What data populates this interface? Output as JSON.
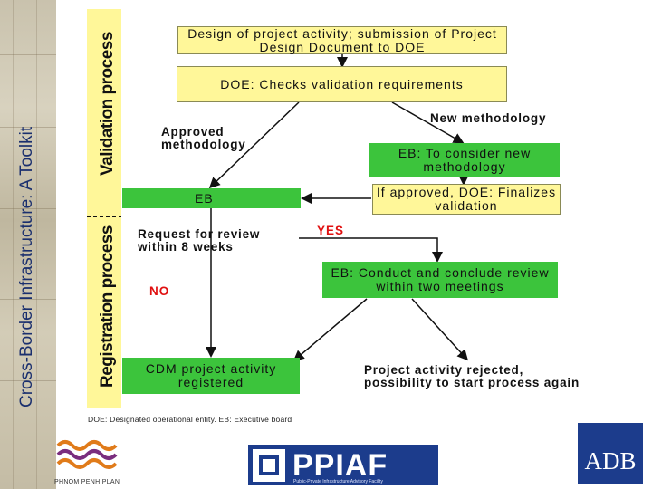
{
  "side_title": "Cross-Border Infrastructure: A Toolkit",
  "phases": {
    "validation": "Validation process",
    "registration": "Registration process"
  },
  "boxes": {
    "design": "Design of project activity; submission of Project Design Document to DOE",
    "doe_checks": "DOE: Checks validation requirements",
    "eb_consider": "EB: To consider new methodology",
    "eb": "EB",
    "if_approved": "If approved, DOE: Finalizes validation",
    "eb_conduct": "EB: Conduct and conclude review within two meetings",
    "cdm_registered": "CDM project activity registered"
  },
  "labels": {
    "new_methodology": "New methodology",
    "approved_methodology": "Approved methodology",
    "request_review": "Request for review within 8 weeks",
    "yes": "YES",
    "no": "NO",
    "rejected": "Project activity rejected, possibility to start process again"
  },
  "footnote": "DOE: Designated operational entity. EB: Executive board",
  "logos": {
    "left_caption": "PHNOM PENH PLAN",
    "ppiaf": "PPIAF",
    "ppiaf_sub": "Public-Private Infrastructure Advisory Facility",
    "adb": "ADB"
  },
  "colors": {
    "yellow": "#fff799",
    "green": "#3cc43c",
    "red_text": "#e01010",
    "navy": "#1c3c8c"
  }
}
